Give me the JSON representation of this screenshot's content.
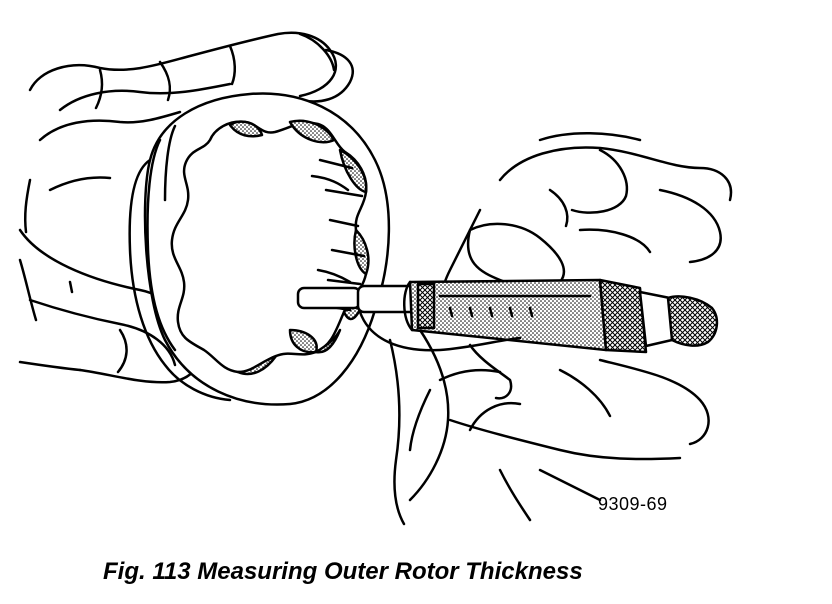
{
  "figure": {
    "reference_code": "9309-69",
    "caption": "Fig. 113 Measuring Outer Rotor Thickness"
  },
  "colors": {
    "ink": "#000000",
    "paper": "#ffffff",
    "stipple": "#8a8a8a"
  },
  "parts": [
    "outer-rotor",
    "micrometer",
    "hands"
  ]
}
